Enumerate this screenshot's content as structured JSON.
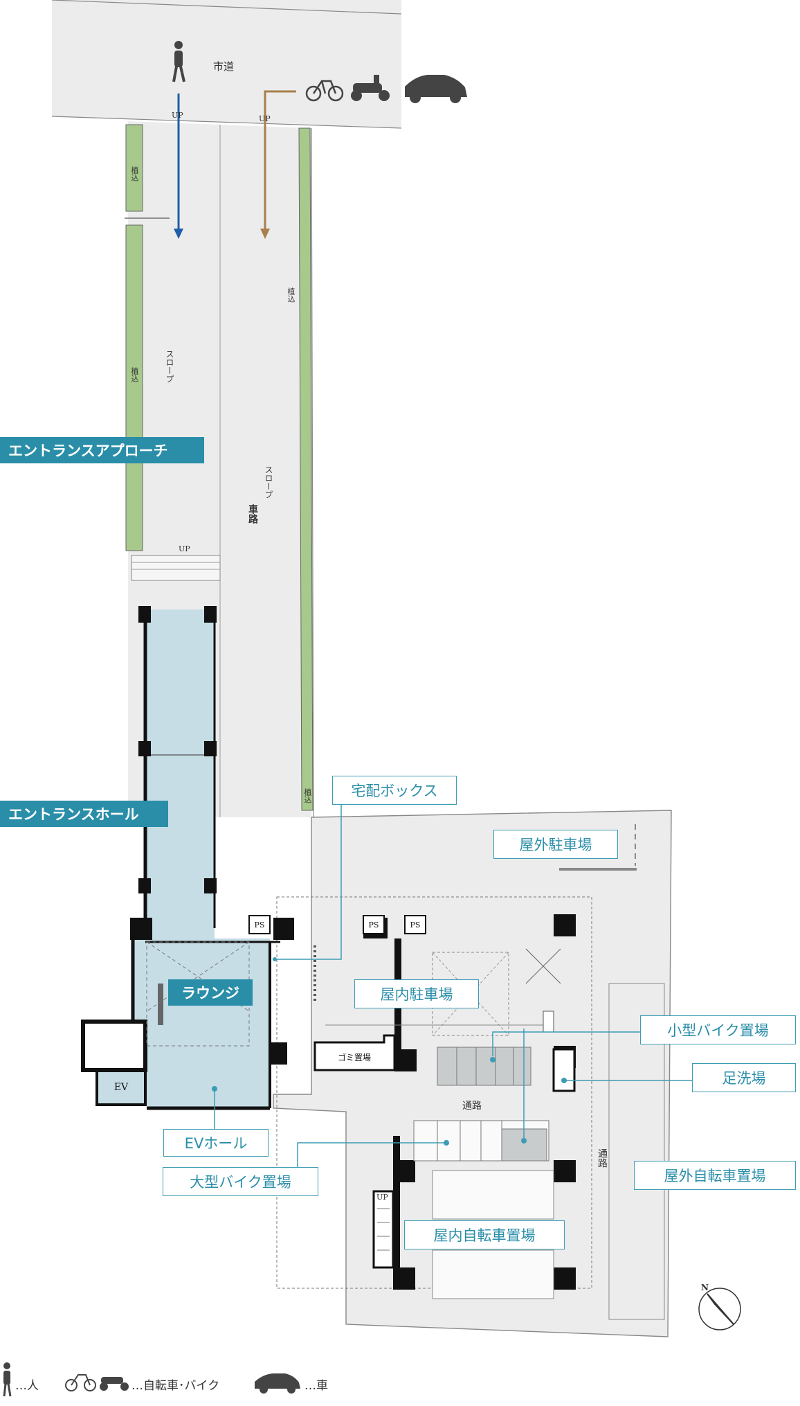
{
  "map": {
    "city_road": "市道",
    "up_marks": [
      "UP",
      "UP",
      "UP",
      "UP"
    ],
    "planting": [
      "植込",
      "植込",
      "植込",
      "植込"
    ],
    "slope": [
      "スロープ",
      "スロープ"
    ],
    "car_road": "車路",
    "corridor": [
      "通路",
      "通路"
    ],
    "ps": [
      "PS",
      "PS",
      "PS"
    ],
    "garbage": "ゴミ置場",
    "ev_tag": "EV",
    "north": "N"
  },
  "areas": {
    "entrance_approach": "エントランスアプローチ",
    "entrance_hall": "エントランスホール",
    "lounge": "ラウンジ",
    "ev_hall": "EVホール",
    "delivery_box": "宅配ボックス",
    "outdoor_parking": "屋外駐車場",
    "indoor_parking": "屋内駐車場",
    "small_bike": "小型バイク置場",
    "foot_wash": "足洗場",
    "large_bike": "大型バイク置場",
    "outdoor_bicycle": "屋外自転車置場",
    "indoor_bicycle": "屋内自転車置場"
  },
  "legend": {
    "person": "…人",
    "bicycle_bike": "…自転車･バイク",
    "car": "…車"
  },
  "colors": {
    "teal": "#2a8ea8",
    "pedestrian_arrow": "#1f5ea8",
    "vehicle_arrow": "#a97f4b",
    "hall_fill": "#c6dde6",
    "planting_fill": "#a7c98c",
    "site_fill": "#ececec"
  }
}
